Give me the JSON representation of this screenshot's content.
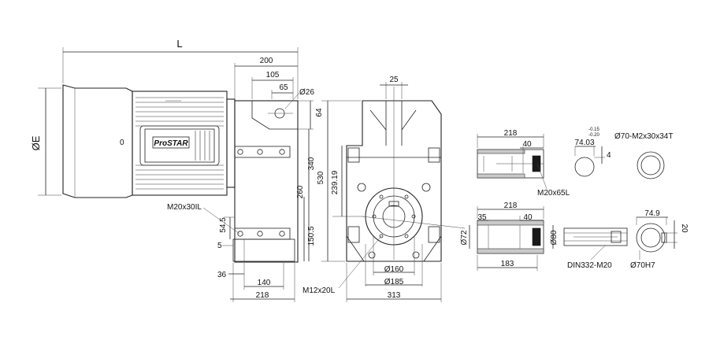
{
  "brand": "ProSTAR",
  "side_view": {
    "overall_length": "L",
    "motor_diameter": "ØE",
    "motor_center_mark": "0",
    "dim_200": "200",
    "dim_105": "105",
    "dim_65": "65",
    "dim_d26": "Ø26",
    "dim_64": "64",
    "dim_340": "340",
    "dim_260": "260",
    "dim_150_5": "150.5",
    "dim_54_5": "54.5",
    "dim_5": "5",
    "dim_36": "36",
    "dim_140": "140",
    "dim_218": "218",
    "bolt_note": "M20x30IL"
  },
  "front_view": {
    "dim_25": "25",
    "dim_530": "530",
    "dim_239_19": "239.19",
    "dim_d160": "Ø160",
    "dim_d185": "Ø185",
    "dim_313": "313",
    "bolt_note": "M12x20L"
  },
  "solid_shaft": {
    "dim_218": "218",
    "dim_40": "40",
    "thread_note": "M20x65L",
    "key_depth": "74.03",
    "tolerance_upper": "-0.15",
    "tolerance_lower": "-0.20",
    "key_width": "4",
    "spline_note": "Ø70-M2x30x34T"
  },
  "hollow_shaft": {
    "dim_218": "218",
    "dim_35": "35",
    "dim_40": "40",
    "dim_d72": "Ø72",
    "dim_d80": "Ø80",
    "dim_183": "183",
    "din_note": "DIN332-M20",
    "key_depth": "74.9",
    "key_width": "20",
    "bore_note": "Ø70H7"
  }
}
